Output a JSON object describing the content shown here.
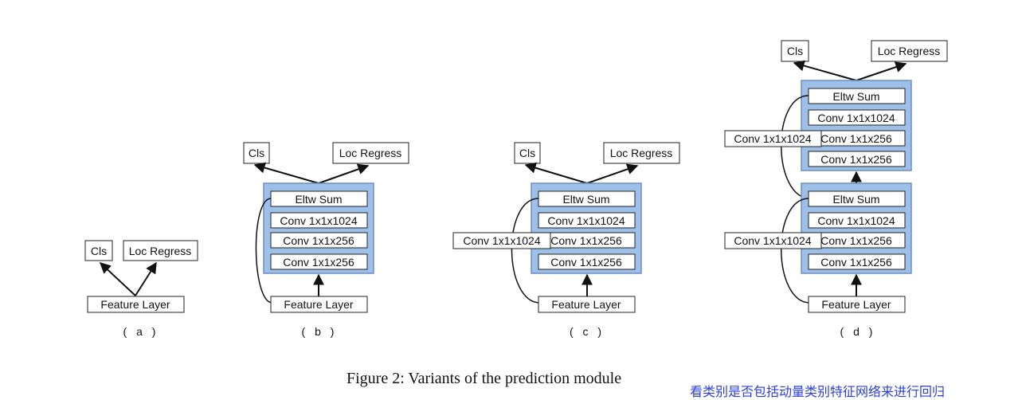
{
  "colors": {
    "module_fill": "#9dbfe8",
    "module_stroke": "#6f8fc0",
    "box_stroke": "#222222",
    "caption_link": "#2b3fd8"
  },
  "labels": {
    "cls": "Cls",
    "loc": "Loc Regress",
    "feature": "Feature Layer",
    "eltw": "Eltw Sum",
    "conv1024": "Conv 1x1x1024",
    "conv256": "Conv 1x1x256"
  },
  "subcaptions": {
    "a": "( a )",
    "b": "( b )",
    "c": "( c )",
    "d": "( d )"
  },
  "figure_caption": "Figure 2: Variants of the prediction module",
  "note": "看类别是否包括动量类别特征网络来进行回归"
}
